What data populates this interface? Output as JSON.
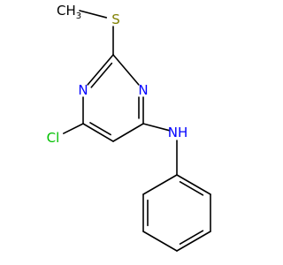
{
  "molecule": {
    "atoms": [
      {
        "id": "ch3",
        "label": "CH3",
        "color": "#000000"
      },
      {
        "id": "s",
        "label": "S",
        "color": "#808000"
      },
      {
        "id": "n1",
        "label": "N",
        "color": "#0000ff"
      },
      {
        "id": "n3",
        "label": "N",
        "color": "#0000ff"
      },
      {
        "id": "cl",
        "label": "Cl",
        "color": "#00c000"
      },
      {
        "id": "nh",
        "label": "NH",
        "color": "#0000ff"
      }
    ],
    "bonds": [
      {
        "id": "ch3-s",
        "from": "ch3",
        "to": "s",
        "order": 1
      },
      {
        "id": "s-c2",
        "from": "s",
        "to": "c2",
        "order": 1
      },
      {
        "id": "c2-n1",
        "from": "c2",
        "to": "n1",
        "order": 2
      },
      {
        "id": "c2-n3",
        "from": "c2",
        "to": "n3",
        "order": 1
      },
      {
        "id": "n3-c4",
        "from": "n3",
        "to": "c4",
        "order": 2
      },
      {
        "id": "c4-c5",
        "from": "c4",
        "to": "c5",
        "order": 1
      },
      {
        "id": "c5-c6",
        "from": "c5",
        "to": "c6",
        "order": 2
      },
      {
        "id": "c6-n1",
        "from": "c6",
        "to": "n1",
        "order": 1
      },
      {
        "id": "c6-cl",
        "from": "c6",
        "to": "cl",
        "order": 1
      },
      {
        "id": "c4-nh",
        "from": "c4",
        "to": "nh",
        "order": 1
      },
      {
        "id": "nh-ph",
        "from": "nh",
        "to": "ph1",
        "order": 1
      },
      {
        "id": "ph1-ph2",
        "from": "ph1",
        "to": "ph2",
        "order": 2
      },
      {
        "id": "ph2-ph3",
        "from": "ph2",
        "to": "ph3",
        "order": 1
      },
      {
        "id": "ph3-ph4",
        "from": "ph3",
        "to": "ph4",
        "order": 2
      },
      {
        "id": "ph4-ph5",
        "from": "ph4",
        "to": "ph5",
        "order": 1
      },
      {
        "id": "ph5-ph6",
        "from": "ph5",
        "to": "ph6",
        "order": 2
      },
      {
        "id": "ph6-ph1",
        "from": "ph6",
        "to": "ph1",
        "order": 1
      }
    ]
  }
}
